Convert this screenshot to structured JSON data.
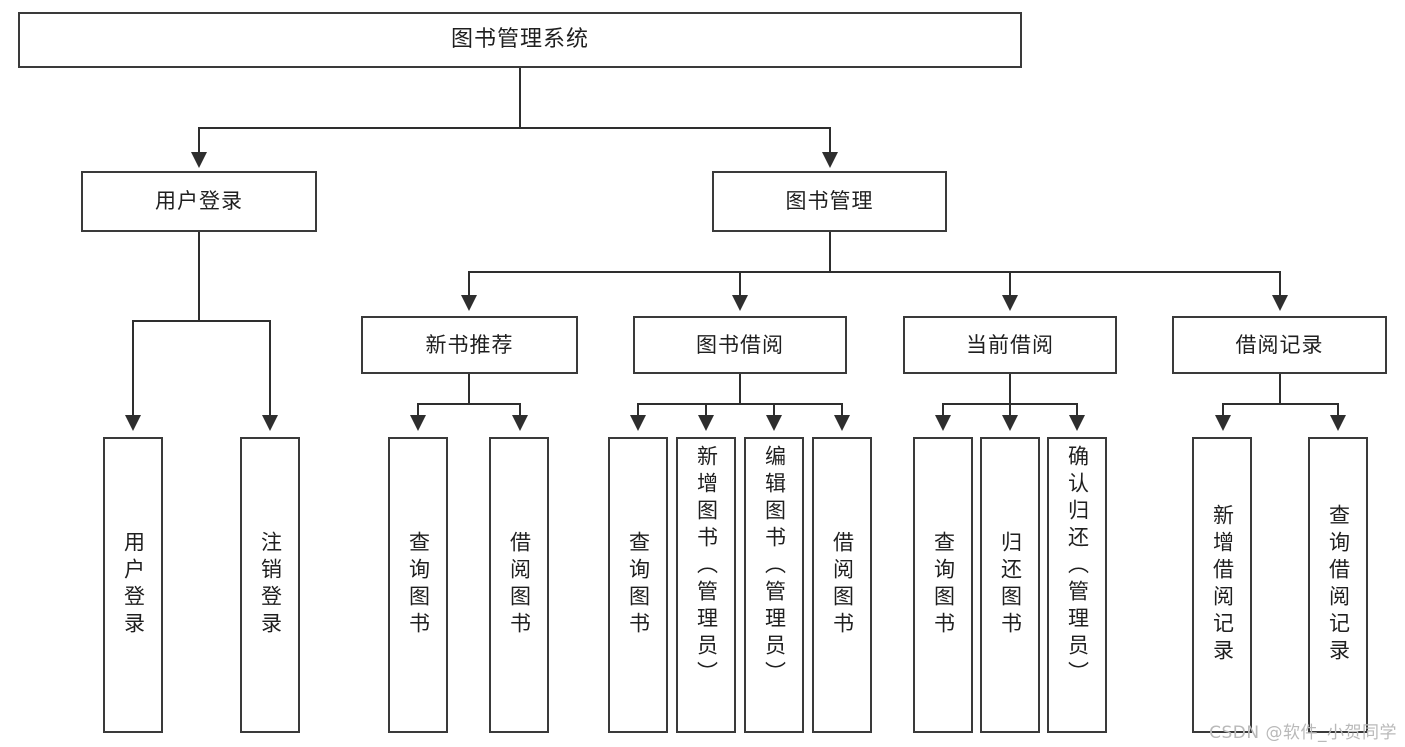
{
  "diagram": {
    "title": "图书管理系统",
    "watermark": "CSDN @软件_小贺同学",
    "accent_color": "#2e2e2e",
    "box_border_color": "#3a3a3a",
    "background_color": "#ffffff",
    "root": {
      "label": "图书管理系统"
    },
    "level2": [
      {
        "label": "用户登录"
      },
      {
        "label": "图书管理"
      }
    ],
    "level3": [
      {
        "label": "新书推荐"
      },
      {
        "label": "图书借阅"
      },
      {
        "label": "当前借阅"
      },
      {
        "label": "借阅记录"
      }
    ],
    "leaves": {
      "user_login": [
        {
          "label": "用户登录"
        },
        {
          "label": "注销登录"
        }
      ],
      "new_book": [
        {
          "label": "查询图书"
        },
        {
          "label": "借阅图书"
        }
      ],
      "book_borrow": [
        {
          "label": "查询图书"
        },
        {
          "label": "新增图书（管理员）"
        },
        {
          "label": "编辑图书（管理员）"
        },
        {
          "label": "借阅图书"
        }
      ],
      "current_borrow": [
        {
          "label": "查询图书"
        },
        {
          "label": "归还图书"
        },
        {
          "label": "确认归还（管理员）"
        }
      ],
      "borrow_record": [
        {
          "label": "新增借阅记录"
        },
        {
          "label": "查询借阅记录"
        }
      ]
    }
  }
}
